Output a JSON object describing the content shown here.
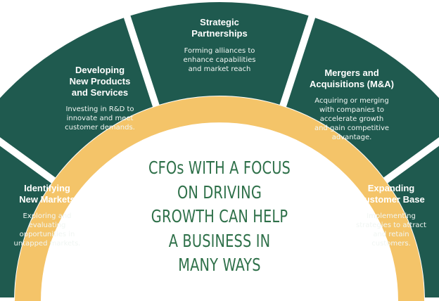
{
  "colors": {
    "segment": "#1f5a4f",
    "ring": "#f4c469",
    "center_text": "#2e7049",
    "separator": "#ffffff"
  },
  "center": {
    "text": "CFOs WITH A FOCUS\nON DRIVING\nGROWTH CAN HELP\nA BUSINESS IN\nMANY WAYS"
  },
  "segments": [
    {
      "title": "Identifying\nNew Markets",
      "description": "Exploring and\nevaluating\nopportunities in\nuntapped markets."
    },
    {
      "title": "Developing\nNew Products\nand Services",
      "description": "Investing in R&D to\ninnovate and meet\ncustomer demands."
    },
    {
      "title": "Strategic\nPartnerships",
      "description": "Forming alliances to\nenhance capabilities\nand market reach"
    },
    {
      "title": "Mergers and\nAcquisitions (M&A)",
      "description": "Acquiring or merging\nwith companies to\naccelerate growth\nand gain competitive\nadvantage."
    },
    {
      "title": "Expanding\nCustomer Base",
      "description": "Implementing\nstrategies to attract\nand retain\ncustomers."
    }
  ]
}
